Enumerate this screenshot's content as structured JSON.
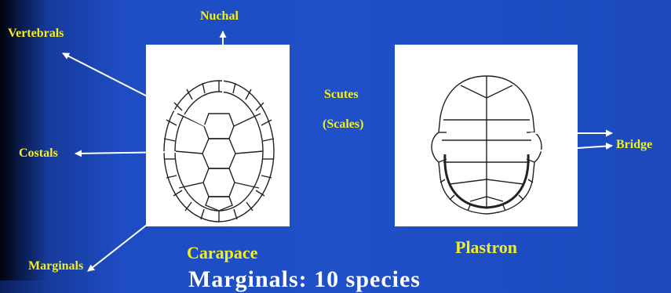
{
  "labels": {
    "nuchal": "Nuchal",
    "vertebrals": "Vertebrals",
    "costals": "Costals",
    "marginals": "Marginals",
    "scutes": "Scutes",
    "scales": "(Scales)",
    "bridge": "Bridge",
    "carapace": "Carapace",
    "plastron": "Plastron"
  },
  "bottom_text": "Marginals: 10 species",
  "colors": {
    "background": "#1f50c8",
    "label_text": "#f2ee22",
    "arrow": "#ffffff",
    "panel": "#ffffff",
    "shell_line": "#222222"
  }
}
